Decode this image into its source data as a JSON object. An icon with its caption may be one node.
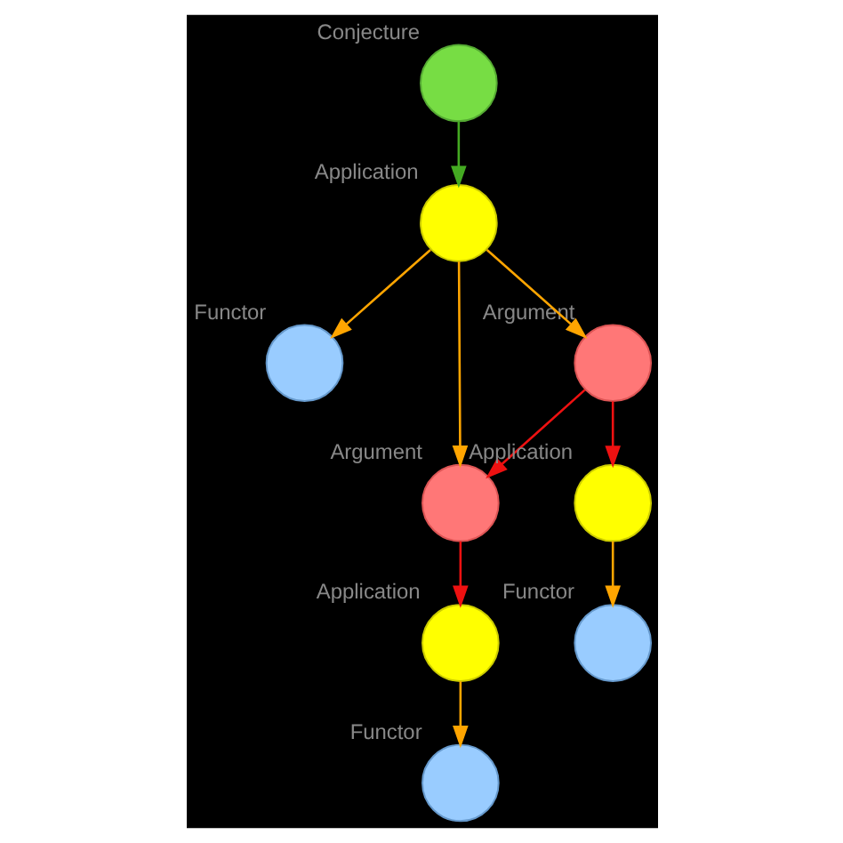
{
  "diagram": {
    "nodes": [
      {
        "text": [
          "Conjecture"
        ]
      },
      {
        "text": [
          "Application"
        ]
      },
      {
        "text": [
          "Functor"
        ]
      },
      {
        "text": [
          "Argument"
        ]
      },
      {
        "text": [
          "Argument"
        ]
      },
      {
        "text": [
          "Application"
        ]
      },
      {
        "text": [
          "Functor"
        ]
      },
      {
        "text": [
          "Application"
        ]
      },
      {
        "text": [
          "Functor"
        ]
      }
    ],
    "edges": [
      {
        "from": 0,
        "to": 1,
        "arrow": "to",
        "color": "#44aa22"
      },
      {
        "from": 1,
        "to": 2,
        "arrow": "to"
      },
      {
        "from": 1,
        "to": 3,
        "arrow": "to"
      },
      {
        "from": 1,
        "to": 4,
        "arrow": "to"
      },
      {
        "from": 4,
        "to": 3,
        "arrow": "to",
        "color": "#ee1111"
      },
      {
        "from": 4,
        "to": 5,
        "arrow": "to",
        "color": "#ee1111"
      },
      {
        "from": 5,
        "to": 6,
        "arrow": "to"
      },
      {
        "from": 3,
        "to": 7,
        "arrow": "to",
        "color": "#ee1111"
      },
      {
        "from": 7,
        "to": 8,
        "arrow": "to"
      }
    ]
  }
}
